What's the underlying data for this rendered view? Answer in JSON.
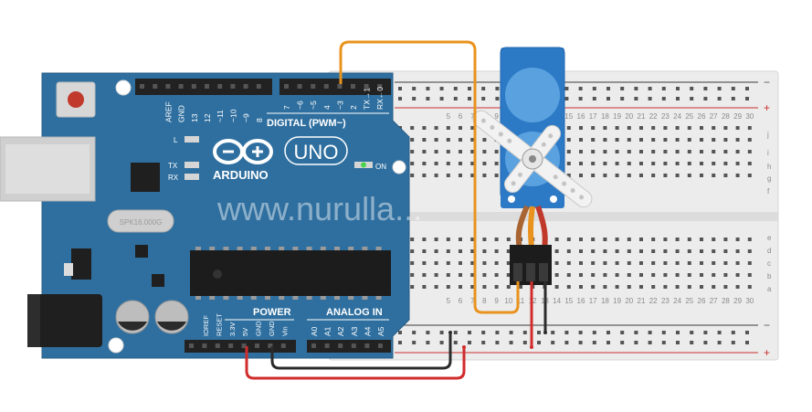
{
  "colors": {
    "board": "#2f6f9f",
    "breadboard": "#ececec",
    "wire_signal": "#e9931e",
    "wire_power": "#d12c2c",
    "wire_ground": "#2b2b2b",
    "servo": "#2c79c6"
  },
  "board": {
    "logo": "ARDUINO",
    "model": "UNO",
    "digital_label": "DIGITAL (PWM~)",
    "power_label": "POWER",
    "analog_label": "ANALOG IN",
    "on_label": "ON",
    "l_label": "L",
    "tx_label": "TX",
    "rx_label": "RX",
    "crystal_label": "SPK16.000G",
    "top_pins": [
      "AREF",
      "GND",
      "13",
      "12",
      "~11",
      "~10",
      "~9",
      "8",
      "7",
      "~6",
      "~5",
      "4",
      "~3",
      "2",
      "TX→1",
      "RX←0"
    ],
    "power_pins": [
      "IOREF",
      "RESET",
      "3.3V",
      "5V",
      "GND",
      "GND",
      "Vin"
    ],
    "analog_pins": [
      "A0",
      "A1",
      "A2",
      "A3",
      "A4",
      "A5"
    ]
  },
  "breadboard": {
    "rail_minus": "−",
    "rail_plus": "+",
    "top_row_letters": [
      "j",
      "i",
      "h",
      "g",
      "f"
    ],
    "bottom_row_letters": [
      "e",
      "d",
      "c",
      "b",
      "a"
    ],
    "column_numbers_visible": [
      "5",
      "6",
      "7",
      "8",
      "9",
      "10",
      "11",
      "12",
      "13",
      "14",
      "15",
      "16",
      "17",
      "18",
      "19",
      "20",
      "21",
      "22",
      "23",
      "24",
      "25",
      "26",
      "27",
      "28",
      "29",
      "30"
    ]
  },
  "watermark": "www.nurulla..."
}
